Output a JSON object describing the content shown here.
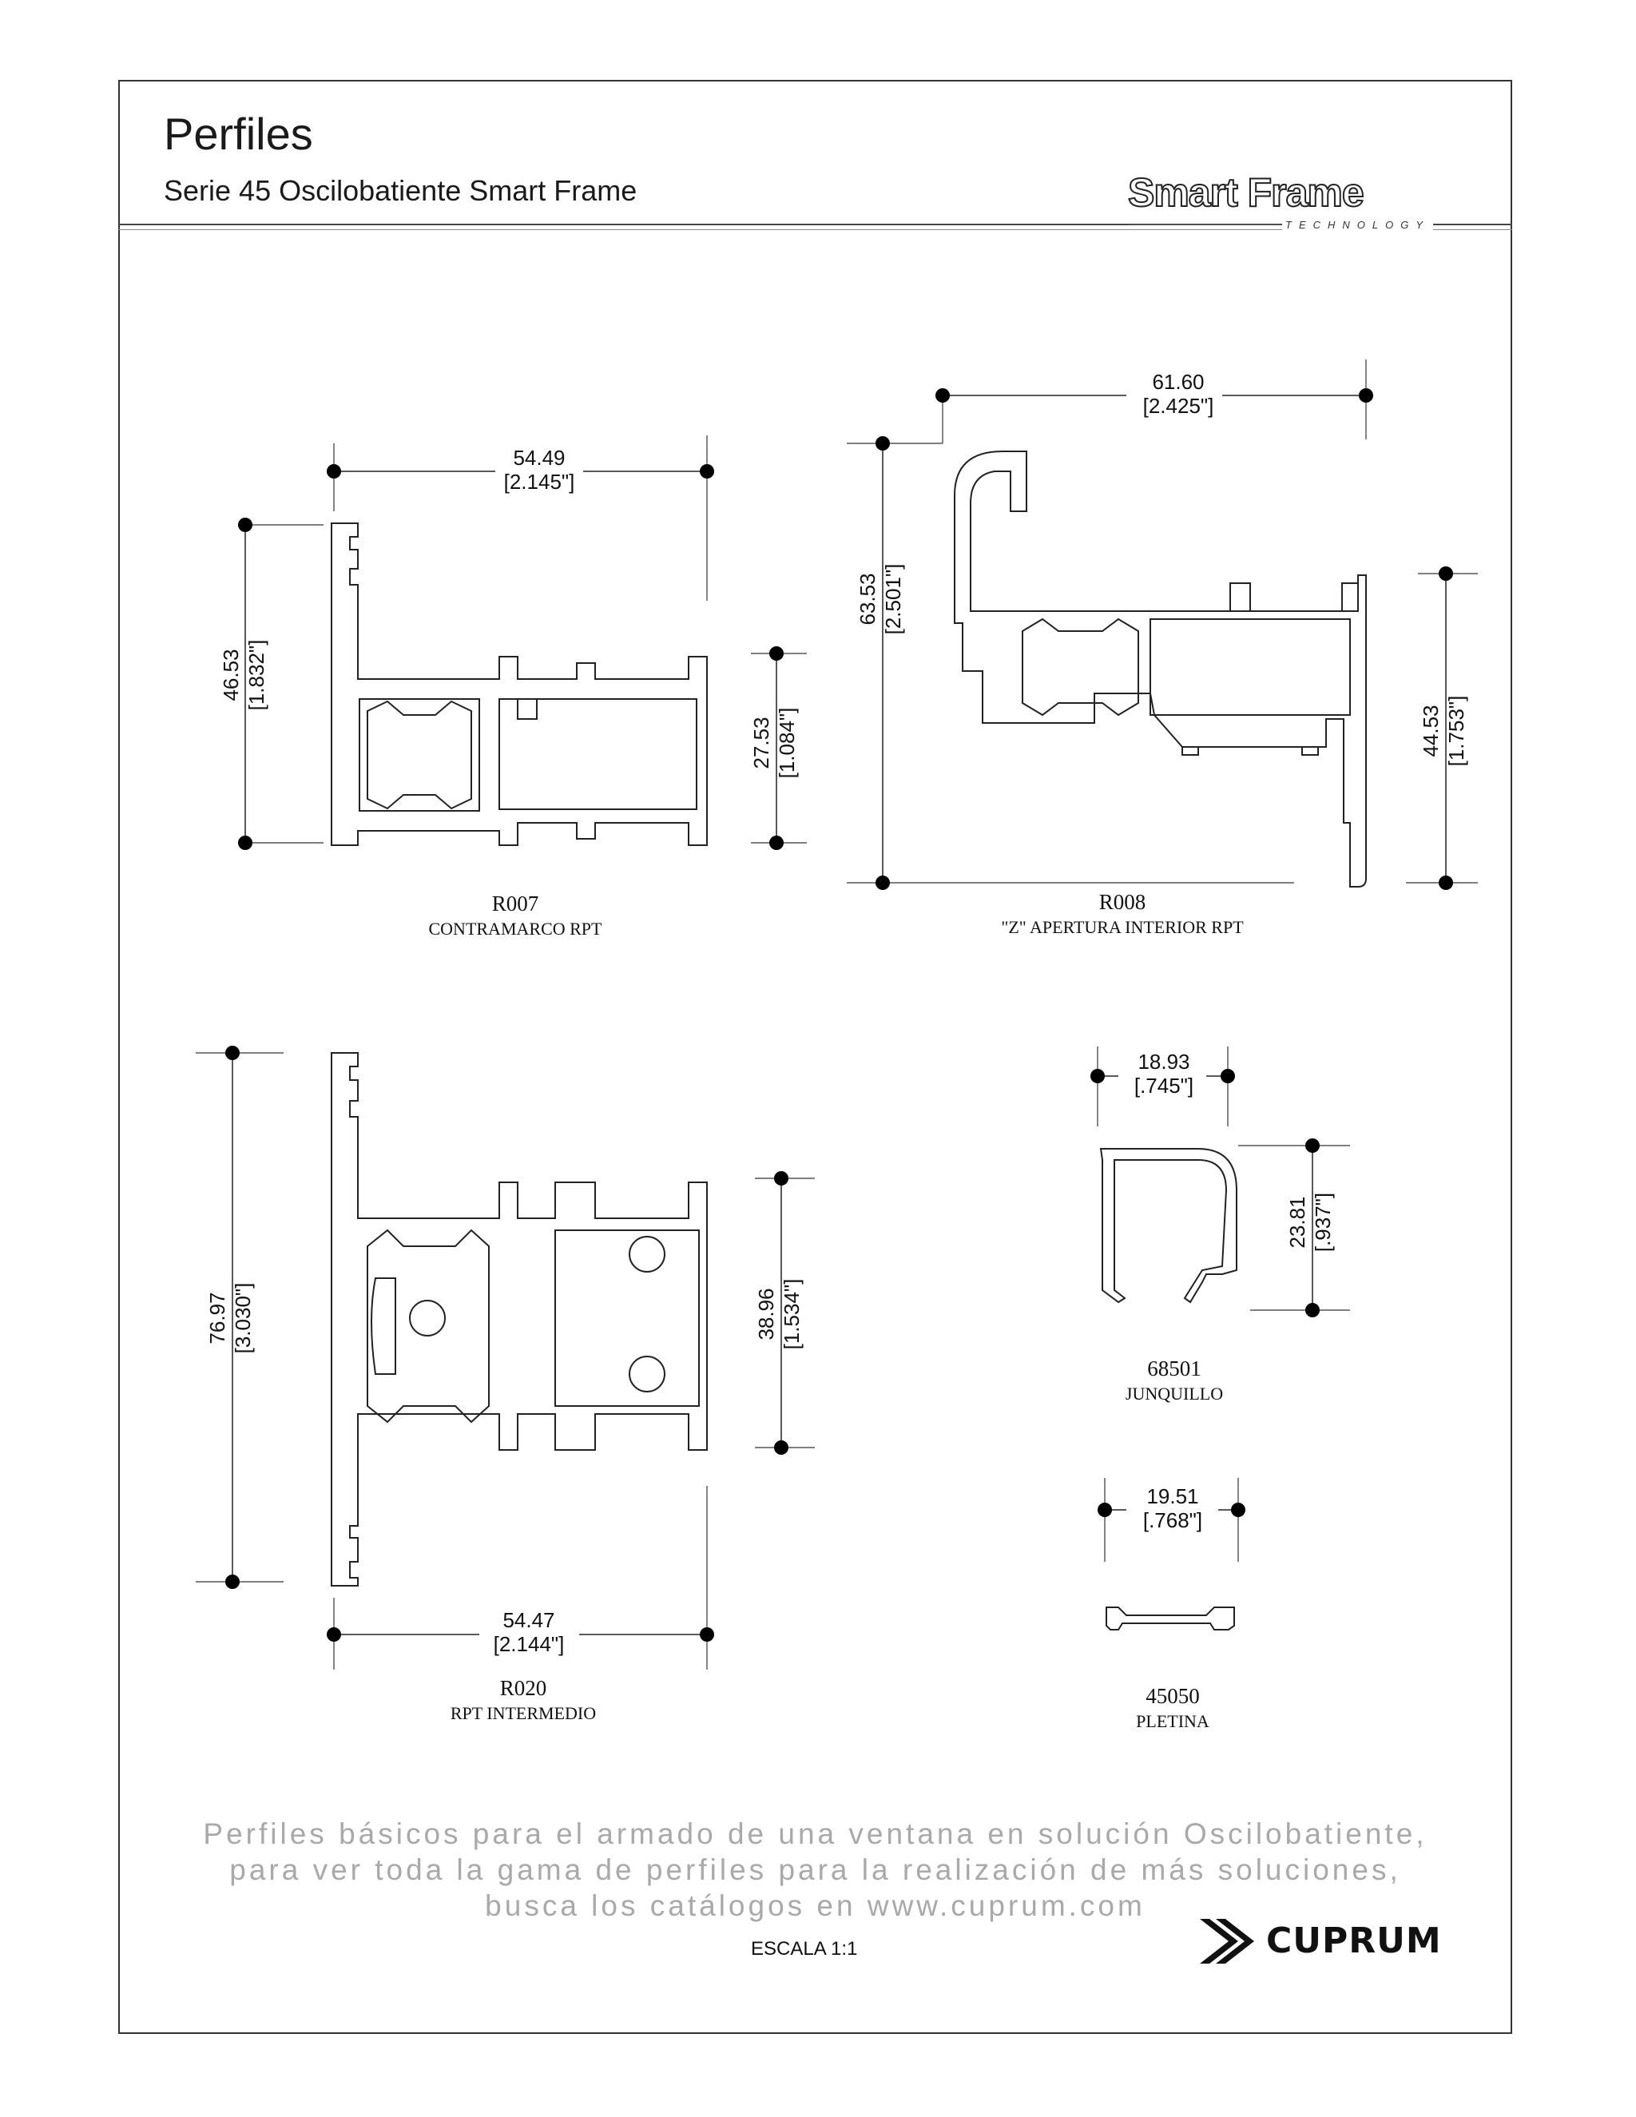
{
  "header": {
    "title": "Perfiles",
    "subtitle": "Serie 45 Oscilobatiente Smart Frame",
    "logo_text": "Smart Frame",
    "logo_tagline": "TECHNOLOGY"
  },
  "profiles": {
    "r007": {
      "code": "R007",
      "name": "CONTRAMARCO RPT",
      "width_mm": "54.49",
      "width_in": "[2.145\"]",
      "height_mm": "46.53",
      "height_in": "[1.832\"]",
      "inner_mm": "27.53",
      "inner_in": "[1.084\"]"
    },
    "r008": {
      "code": "R008",
      "name": "\"Z\" APERTURA INTERIOR RPT",
      "width_mm": "61.60",
      "width_in": "[2.425\"]",
      "height_mm": "63.53",
      "height_in": "[2.501\"]",
      "inner_mm": "44.53",
      "inner_in": "[1.753\"]"
    },
    "r020": {
      "code": "R020",
      "name": "RPT INTERMEDIO",
      "width_mm": "54.47",
      "width_in": "[2.144\"]",
      "height_mm": "76.97",
      "height_in": "[3.030\"]",
      "inner_mm": "38.96",
      "inner_in": "[1.534\"]"
    },
    "p68501": {
      "code": "68501",
      "name": "JUNQUILLO",
      "width_mm": "18.93",
      "width_in": "[.745\"]",
      "height_mm": "23.81",
      "height_in": "[.937\"]"
    },
    "p45050": {
      "code": "45050",
      "name": "PLETINA",
      "width_mm": "19.51",
      "width_in": "[.768\"]"
    }
  },
  "footer": {
    "note_line1": "Perfiles básicos para el armado de una ventana en solución Oscilobatiente,",
    "note_line2": "para ver toda la gama de perfiles para la realización de más soluciones,",
    "note_line3": "busca los catálogos en www.cuprum.com",
    "scale": "ESCALA 1:1",
    "brand": "CUPRUM"
  }
}
